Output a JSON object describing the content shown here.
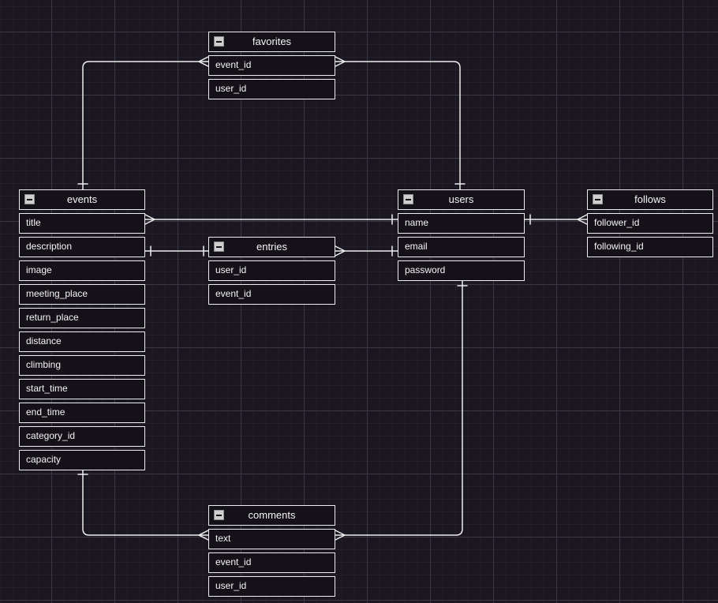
{
  "canvas": {
    "background_color": "#1b1721",
    "grid_minor_color": "#241f2b",
    "grid_major_color": "#3c3744",
    "relationship_line_color": "#ededed",
    "table_fill_color": "#151118",
    "table_border_color": "#ededed",
    "collapse_icon": "minus-collapse-icon"
  },
  "tables": {
    "favorites": {
      "title": "favorites",
      "fields": [
        "event_id",
        "user_id"
      ]
    },
    "events": {
      "title": "events",
      "fields": [
        "title",
        "description",
        "image",
        "meeting_place",
        "return_place",
        "distance",
        "climbing",
        "start_time",
        "end_time",
        "category_id",
        "capacity"
      ]
    },
    "entries": {
      "title": "entries",
      "fields": [
        "user_id",
        "event_id"
      ]
    },
    "users": {
      "title": "users",
      "fields": [
        "name",
        "email",
        "password"
      ]
    },
    "follows": {
      "title": "follows",
      "fields": [
        "follower_id",
        "following_id"
      ]
    },
    "comments": {
      "title": "comments",
      "fields": [
        "text",
        "event_id",
        "user_id"
      ]
    }
  },
  "relationships": [
    {
      "from": "events (top)",
      "to": "favorites.event_id (left)",
      "from_marker": "one",
      "to_marker": "many"
    },
    {
      "from": "users (top)",
      "to": "favorites.event_id (right)",
      "from_marker": "one",
      "to_marker": "many"
    },
    {
      "from": "users.name (left)",
      "to": "events.title (right)",
      "from_marker": "one",
      "to_marker": "many"
    },
    {
      "from": "events.description (right)",
      "to": "entries (left)",
      "from_marker": "one",
      "to_marker": "one"
    },
    {
      "from": "users.email (left)",
      "to": "entries (right)",
      "from_marker": "one",
      "to_marker": "many"
    },
    {
      "from": "users.name (right)",
      "to": "follows.follower_id (left)",
      "from_marker": "one",
      "to_marker": "many"
    },
    {
      "from": "users (bottom)",
      "to": "comments.text (right)",
      "from_marker": "one",
      "to_marker": "many"
    },
    {
      "from": "events (bottom)",
      "to": "comments.text (left)",
      "from_marker": "one",
      "to_marker": "many"
    }
  ]
}
